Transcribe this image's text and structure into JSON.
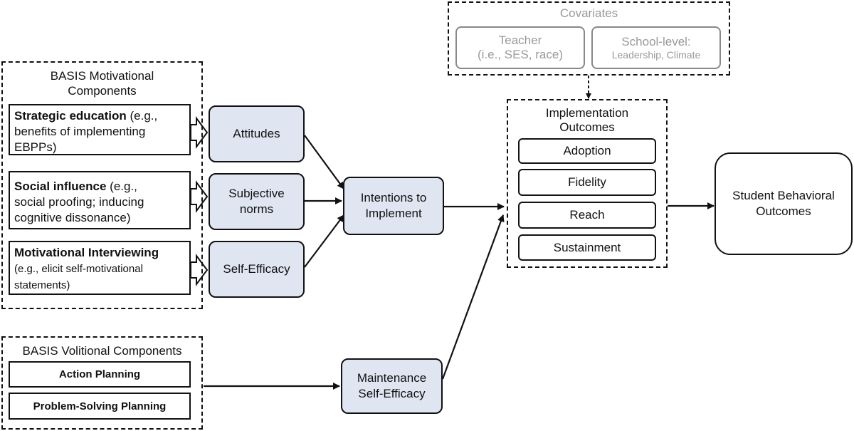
{
  "covariates": {
    "title": "Covariates",
    "teacher": {
      "line1": "Teacher",
      "line2": "(i.e., SES, race)"
    },
    "school": {
      "line1": "School-level:",
      "line2": "Leadership, Climate"
    }
  },
  "motivational": {
    "title": "BASIS Motivational Components",
    "items": [
      {
        "bold": "Strategic education",
        "rest_line1": " (e.g.,",
        "rest_line2": "benefits of implementing",
        "rest_line3": "EBPPs)"
      },
      {
        "bold": "Social influence",
        "rest_line1": " (e.g.,",
        "rest_line2": "social proofing; inducing",
        "rest_line3": "cognitive dissonance)"
      },
      {
        "bold": "Motivational Interviewing",
        "rest_line2": "(e.g., elicit self-motivational",
        "rest_line3": "statements)"
      }
    ]
  },
  "constructs": {
    "attitudes": "Attitudes",
    "subjective_norms_1": "Subjective",
    "subjective_norms_2": "norms",
    "self_efficacy": "Self-Efficacy",
    "intentions_1": "Intentions to",
    "intentions_2": "Implement",
    "maintenance_1": "Maintenance",
    "maintenance_2": "Self-Efficacy"
  },
  "implementation": {
    "title_1": "Implementation",
    "title_2": "Outcomes",
    "items": [
      "Adoption",
      "Fidelity",
      "Reach",
      "Sustainment"
    ]
  },
  "student": {
    "line1": "Student Behavioral",
    "line2": "Outcomes"
  },
  "volitional": {
    "title": "BASIS Volitional Components",
    "items": [
      "Action Planning",
      "Problem-Solving Planning"
    ]
  }
}
